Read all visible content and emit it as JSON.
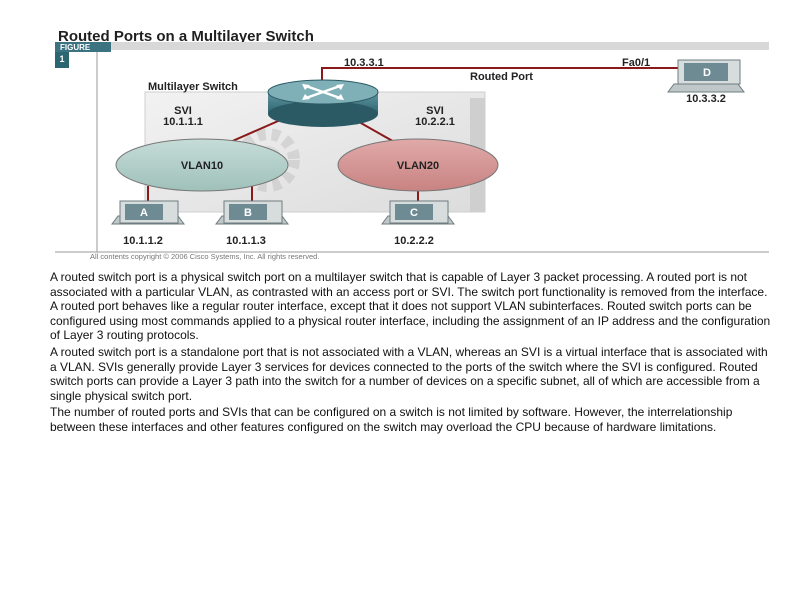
{
  "figure": {
    "title": "Routed Ports on a Multilayer Switch",
    "tag_label": "FIGURE",
    "tag_number": "1",
    "copyright": "All contents copyright © 2006 Cisco Systems, Inc. All rights reserved.",
    "switch_label": "Multilayer Switch",
    "svi_left": {
      "label": "SVI",
      "ip": "10.1.1.1"
    },
    "svi_right": {
      "label": "SVI",
      "ip": "10.2.2.1"
    },
    "routed_ip": "10.3.3.1",
    "routed_port_label": "Routed Port",
    "interface_label": "Fa0/1",
    "vlans": [
      {
        "name": "VLAN10",
        "color": "#b3cfc9"
      },
      {
        "name": "VLAN20",
        "color": "#d49594"
      }
    ],
    "hosts": [
      {
        "name": "A",
        "ip": "10.1.1.2"
      },
      {
        "name": "B",
        "ip": "10.1.1.3"
      },
      {
        "name": "C",
        "ip": "10.2.2.2"
      },
      {
        "name": "D",
        "ip": "10.3.3.2"
      }
    ],
    "link_color": "#8a1a1a",
    "accent_color": "#2f6f78"
  },
  "paragraphs": [
    "A routed switch port is a physical switch port on a multilayer switch that is capable of Layer 3 packet processing. A routed port is not associated with a particular VLAN, as contrasted with an access port or SVI. The switch port functionality is removed from the interface. A routed port behaves like a regular router interface, except that it does not support VLAN subinterfaces. Routed switch ports can be configured using most commands applied to a physical router interface, including the assignment of an IP address and the configuration of Layer 3 routing protocols.",
    "A routed switch port is a standalone port that is not associated with a VLAN, whereas an SVI is a virtual interface that is associated with a VLAN. SVIs generally provide Layer 3 services for devices connected to the ports of the switch where the SVI is configured. Routed switch ports can provide a Layer 3 path into the switch for a number of devices on a specific subnet, all of which are accessible from a single physical switch port.",
    "The number of routed ports and SVIs that can be configured on a switch is not limited by software. However, the interrelationship between these interfaces and other features configured on the switch may overload the CPU because of hardware limitations."
  ]
}
